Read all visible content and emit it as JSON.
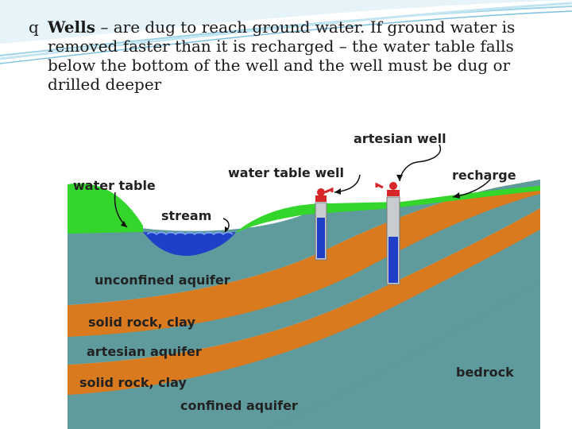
{
  "slide": {
    "bullet_glyph": "q",
    "keyword": "Wells",
    "body_text": " – are dug to reach ground water. If ground water is removed faster than it is recharged – the water table falls below the bottom of the well and the well must be dug or drilled deeper"
  },
  "diagram": {
    "labels": {
      "artesian_well": "artesian well",
      "water_table_well": "water table well",
      "recharge": "recharge",
      "water_table": "water table",
      "stream": "stream",
      "unconfined_aquifer": "unconfined aquifer",
      "solid_rock_clay_1": "solid rock, clay",
      "artesian_aquifer": "artesian aquifer",
      "solid_rock_clay_2": "solid rock, clay",
      "confined_aquifer": "confined aquifer",
      "bedrock": "bedrock"
    },
    "colors": {
      "aquifer": "#5f9a9c",
      "clay": "#d97a1f",
      "grass": "#34d62c",
      "water": "#1f3fc9",
      "pump": "#d6262a",
      "well_casing": "#c8ccd0",
      "sky": "#ffffff",
      "slide_swoosh": "#5bb8d6"
    }
  }
}
